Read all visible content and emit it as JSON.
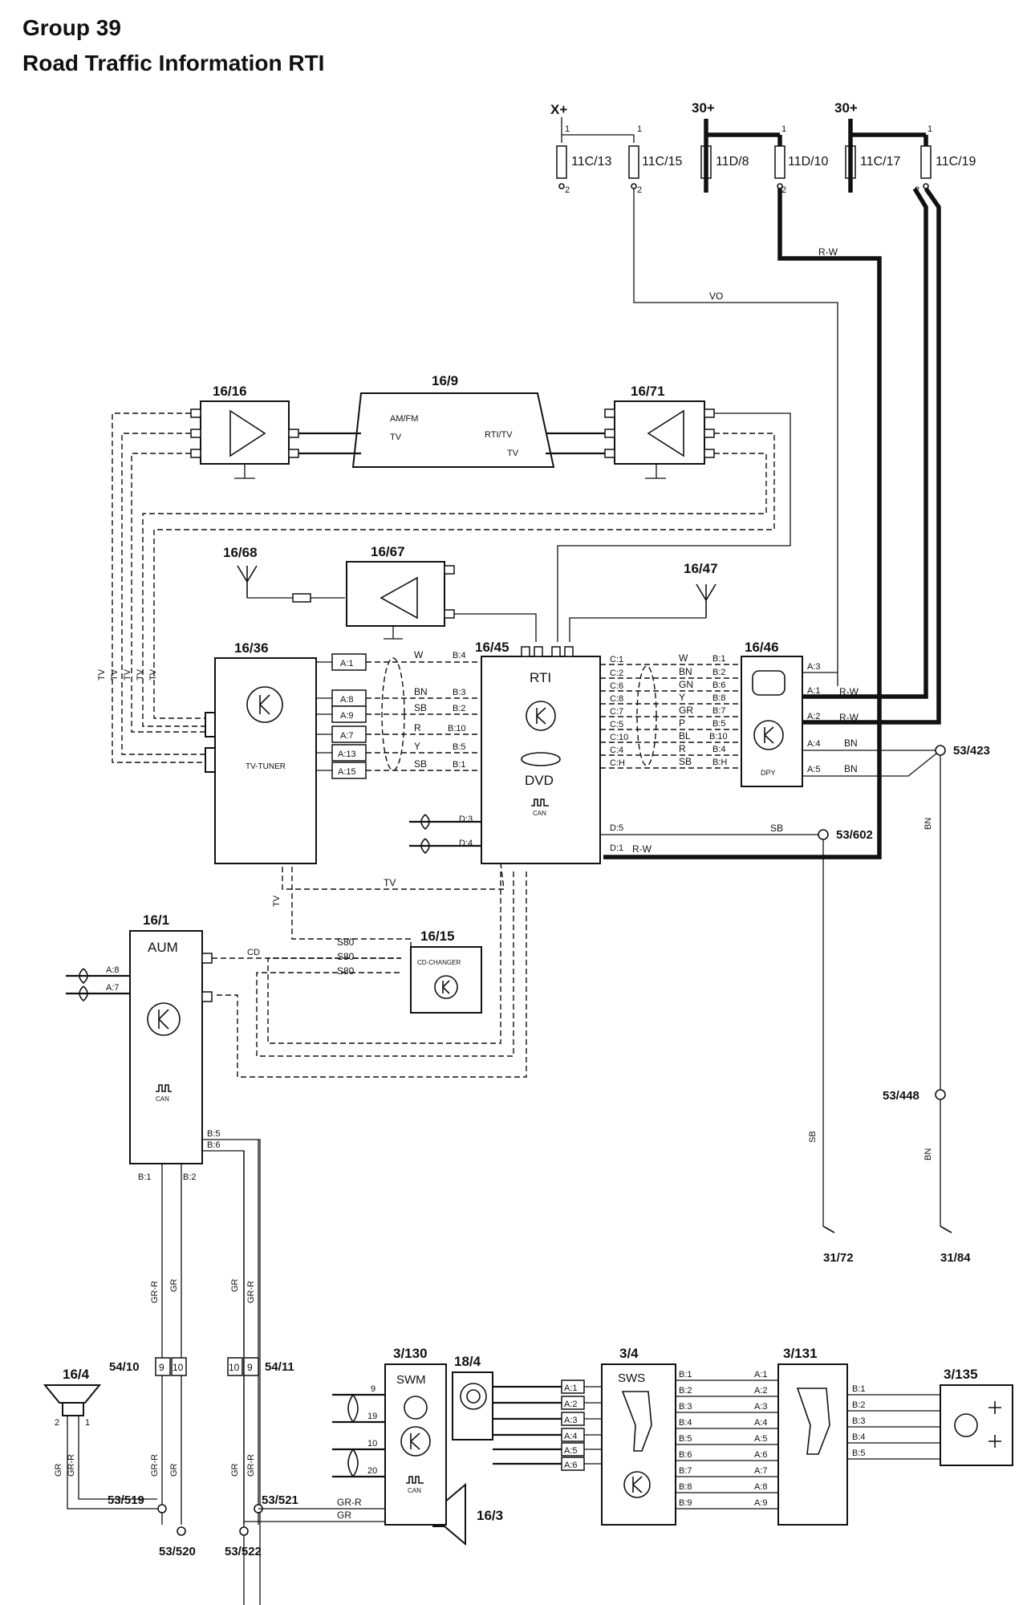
{
  "header": {
    "group": "Group 39",
    "title": "Road Traffic Information RTI"
  },
  "fuses": {
    "x_plus": "X+",
    "bat1": "30+",
    "bat2": "30+",
    "f1": "11C/13",
    "f2": "11C/15",
    "f3": "11D/8",
    "f4": "11D/10",
    "f5": "11C/17",
    "f6": "11C/19",
    "pin1": "1",
    "pin2": "2"
  },
  "components": {
    "c16_16": "16/16",
    "c16_9": "16/9",
    "c16_71": "16/71",
    "c16_68": "16/68",
    "c16_67": "16/67",
    "c16_47": "16/47",
    "c16_36": "16/36",
    "c16_45": "16/45",
    "c16_46": "16/46",
    "c16_1": "16/1",
    "c16_15": "16/15",
    "c16_4": "16/4",
    "c16_3": "16/3",
    "c3_130": "3/130",
    "c18_4": "18/4",
    "c3_4": "3/4",
    "c3_131": "3/131",
    "c3_135": "3/135",
    "rti": "RTI",
    "dvd": "DVD",
    "aum": "AUM",
    "swm": "SWM",
    "sws": "SWS",
    "tv_tuner": "TV-TUNER",
    "cd_changer": "CD-CHANGER",
    "dpy": "DPY",
    "can": "CAN"
  },
  "antenna": {
    "am_fm": "AM/FM",
    "tv": "TV",
    "rti_tv": "RTI/TV",
    "tv2": "TV"
  },
  "connectors": {
    "c54_10": "54/10",
    "c54_11": "54/11",
    "p9": "9",
    "p10": "10",
    "p19": "19",
    "p20": "20",
    "p1": "1",
    "p2": "2"
  },
  "grounds": {
    "g53_423": "53/423",
    "g53_602": "53/602",
    "g53_448": "53/448",
    "g31_72": "31/72",
    "g31_84": "31/84",
    "g53_519": "53/519",
    "g53_520": "53/520",
    "g53_521": "53/521",
    "g53_522": "53/522"
  },
  "pins": {
    "tuner": [
      "A:1",
      "A:8",
      "A:9",
      "A:7",
      "A:13",
      "A:15"
    ],
    "rti_b": [
      "B:4",
      "B:3",
      "B:2",
      "B:10",
      "B:5",
      "B:1"
    ],
    "rti_c": [
      "C:1",
      "C:2",
      "C:6",
      "C:8",
      "C:7",
      "C:5",
      "C:10",
      "C:4",
      "C:H"
    ],
    "dpy_b": [
      "B:1",
      "B:2",
      "B:6",
      "B:8",
      "B:7",
      "B:5",
      "B:10",
      "B:4",
      "B:H"
    ],
    "dpy_a": [
      "A:3",
      "A:1",
      "A:2",
      "A:4",
      "A:5"
    ],
    "rti_d": [
      "D:1",
      "D:5",
      "D:3",
      "D:4"
    ],
    "aum": [
      "A:8",
      "A:7",
      "B:5",
      "B:6",
      "B:1",
      "B:2"
    ],
    "sws_a": [
      "A:1",
      "A:2",
      "A:3",
      "A:4",
      "A:5",
      "A:6"
    ],
    "sws_b": [
      "B:1",
      "B:2",
      "B:3",
      "B:4",
      "B:5",
      "B:6",
      "B:7",
      "B:8",
      "B:9"
    ],
    "c131_a": [
      "A:1",
      "A:2",
      "A:3",
      "A:4",
      "A:5",
      "A:6",
      "A:7",
      "A:8",
      "A:9"
    ],
    "c131_b": [
      "B:1",
      "B:2",
      "B:3",
      "B:4",
      "B:5"
    ]
  },
  "wires": {
    "vo": "VO",
    "rw": "R-W",
    "w": "W",
    "bn": "BN",
    "sb": "SB",
    "r": "R",
    "y": "Y",
    "gn": "GN",
    "gr": "GR",
    "p": "P",
    "bl": "BL",
    "tv": "TV",
    "cd": "CD",
    "s80": "S80",
    "grr": "GR-R"
  }
}
